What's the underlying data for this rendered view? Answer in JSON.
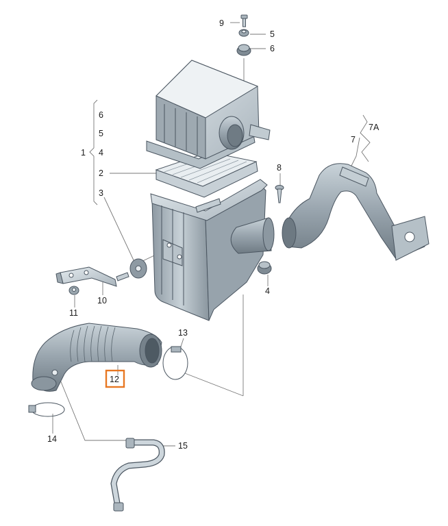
{
  "labels": {
    "l1": "1",
    "l2": "2",
    "l3": "3",
    "l4": "4",
    "l4b": "4",
    "l5": "5",
    "l5b": "5",
    "l6": "6",
    "l6b": "6",
    "l7": "7",
    "l7A": "7A",
    "l8": "8",
    "l9": "9",
    "l10": "10",
    "l11": "11",
    "l12": "12",
    "l13": "13",
    "l14": "14",
    "l15": "15"
  },
  "highlighted_part": "12",
  "colors": {
    "part_fill_light": "#d3dde3",
    "part_fill_mid": "#aeb9c1",
    "part_fill_dark": "#7f8b94",
    "outline": "#4a5560",
    "highlight": "#e87722"
  }
}
